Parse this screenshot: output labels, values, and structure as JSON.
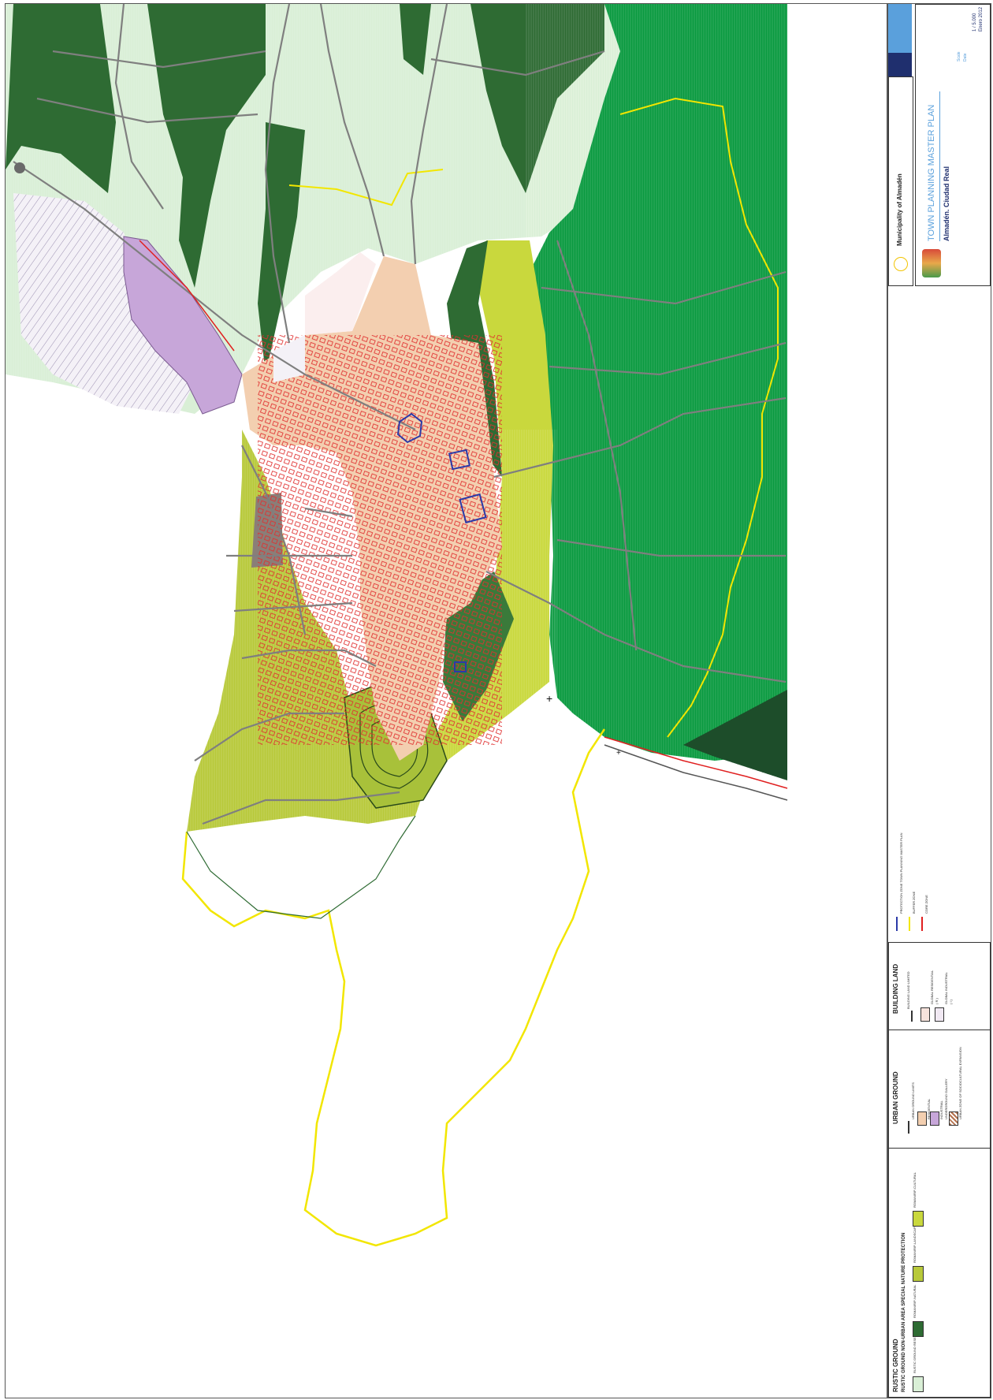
{
  "title_block": {
    "municipality": "Municipality of Almadén",
    "plan_title": "TOWN PLANNING MASTER PLAN",
    "location": "Almadén. Ciudad Real",
    "scale": "1 / 5.000",
    "date": "Enero 2012",
    "scale_label": "Scale",
    "date_label": "Date"
  },
  "legend": {
    "rustic": {
      "heading": "RUSTIC GROUND",
      "sub_heading": "RUSTIC GROUND NON-URBAN AREA SPECIAL NATURE PROTECTION",
      "items": [
        {
          "label": "RUSTIC GROUND RESERVE",
          "color": "#d9efd6"
        },
        {
          "label": "ROMAN/RIP-NATURAL",
          "color": "#2e6b33"
        },
        {
          "label": "ROMAN/RIP-LANDSCAPE",
          "color": "#b8c93a"
        },
        {
          "label": "ROMAN/RIP-CULTURAL",
          "color": "#c9d83d"
        }
      ]
    },
    "urban": {
      "heading": "URBAN GROUND",
      "items": [
        {
          "label": "URBAN GROUND LIMITS",
          "color": "#333333"
        },
        {
          "label": "RESIDENTIAL",
          "color": "#f3cfb0"
        },
        {
          "label": "INDUSTRIAL",
          "color": "#c7a6d9"
        },
        {
          "label": "UNDERGROUND GALLERY",
          "color": "#ffffff"
        },
        {
          "label": "URBAN ZONE OF SOCIOCULTURAL EXPANSION",
          "color": "#b5724e"
        }
      ]
    },
    "building": {
      "heading": "BUILDING LAND",
      "items": [
        {
          "label": "BUILDING LAND LIMITED",
          "color": "#333333"
        },
        {
          "label": "GLOBAL RESIDENTIAL",
          "code": "( R )",
          "color": "#f7e3dc"
        },
        {
          "label": "GLOBAL INDUSTRIAL",
          "code": "( I )",
          "color": "#f1e9f3"
        }
      ]
    },
    "protection": {
      "items": [
        {
          "label": "PROTECTION ZONE TOWN PLANNING MASTER PLAN",
          "color": "#2b3aa8"
        },
        {
          "label": "BUFFER ZONE",
          "color": "#f2e600"
        },
        {
          "label": "CORE ZONE",
          "color": "#e02020"
        }
      ]
    }
  },
  "colors": {
    "forest_dark": "#2e6b33",
    "forest_bright": "#0a9a40",
    "reserve": "#d9efd6",
    "landscape": "#b8c93a",
    "urban_res": "#f3cfb0",
    "industrial": "#c7a6d9",
    "buffer": "#f2e600",
    "core": "#e02020"
  }
}
